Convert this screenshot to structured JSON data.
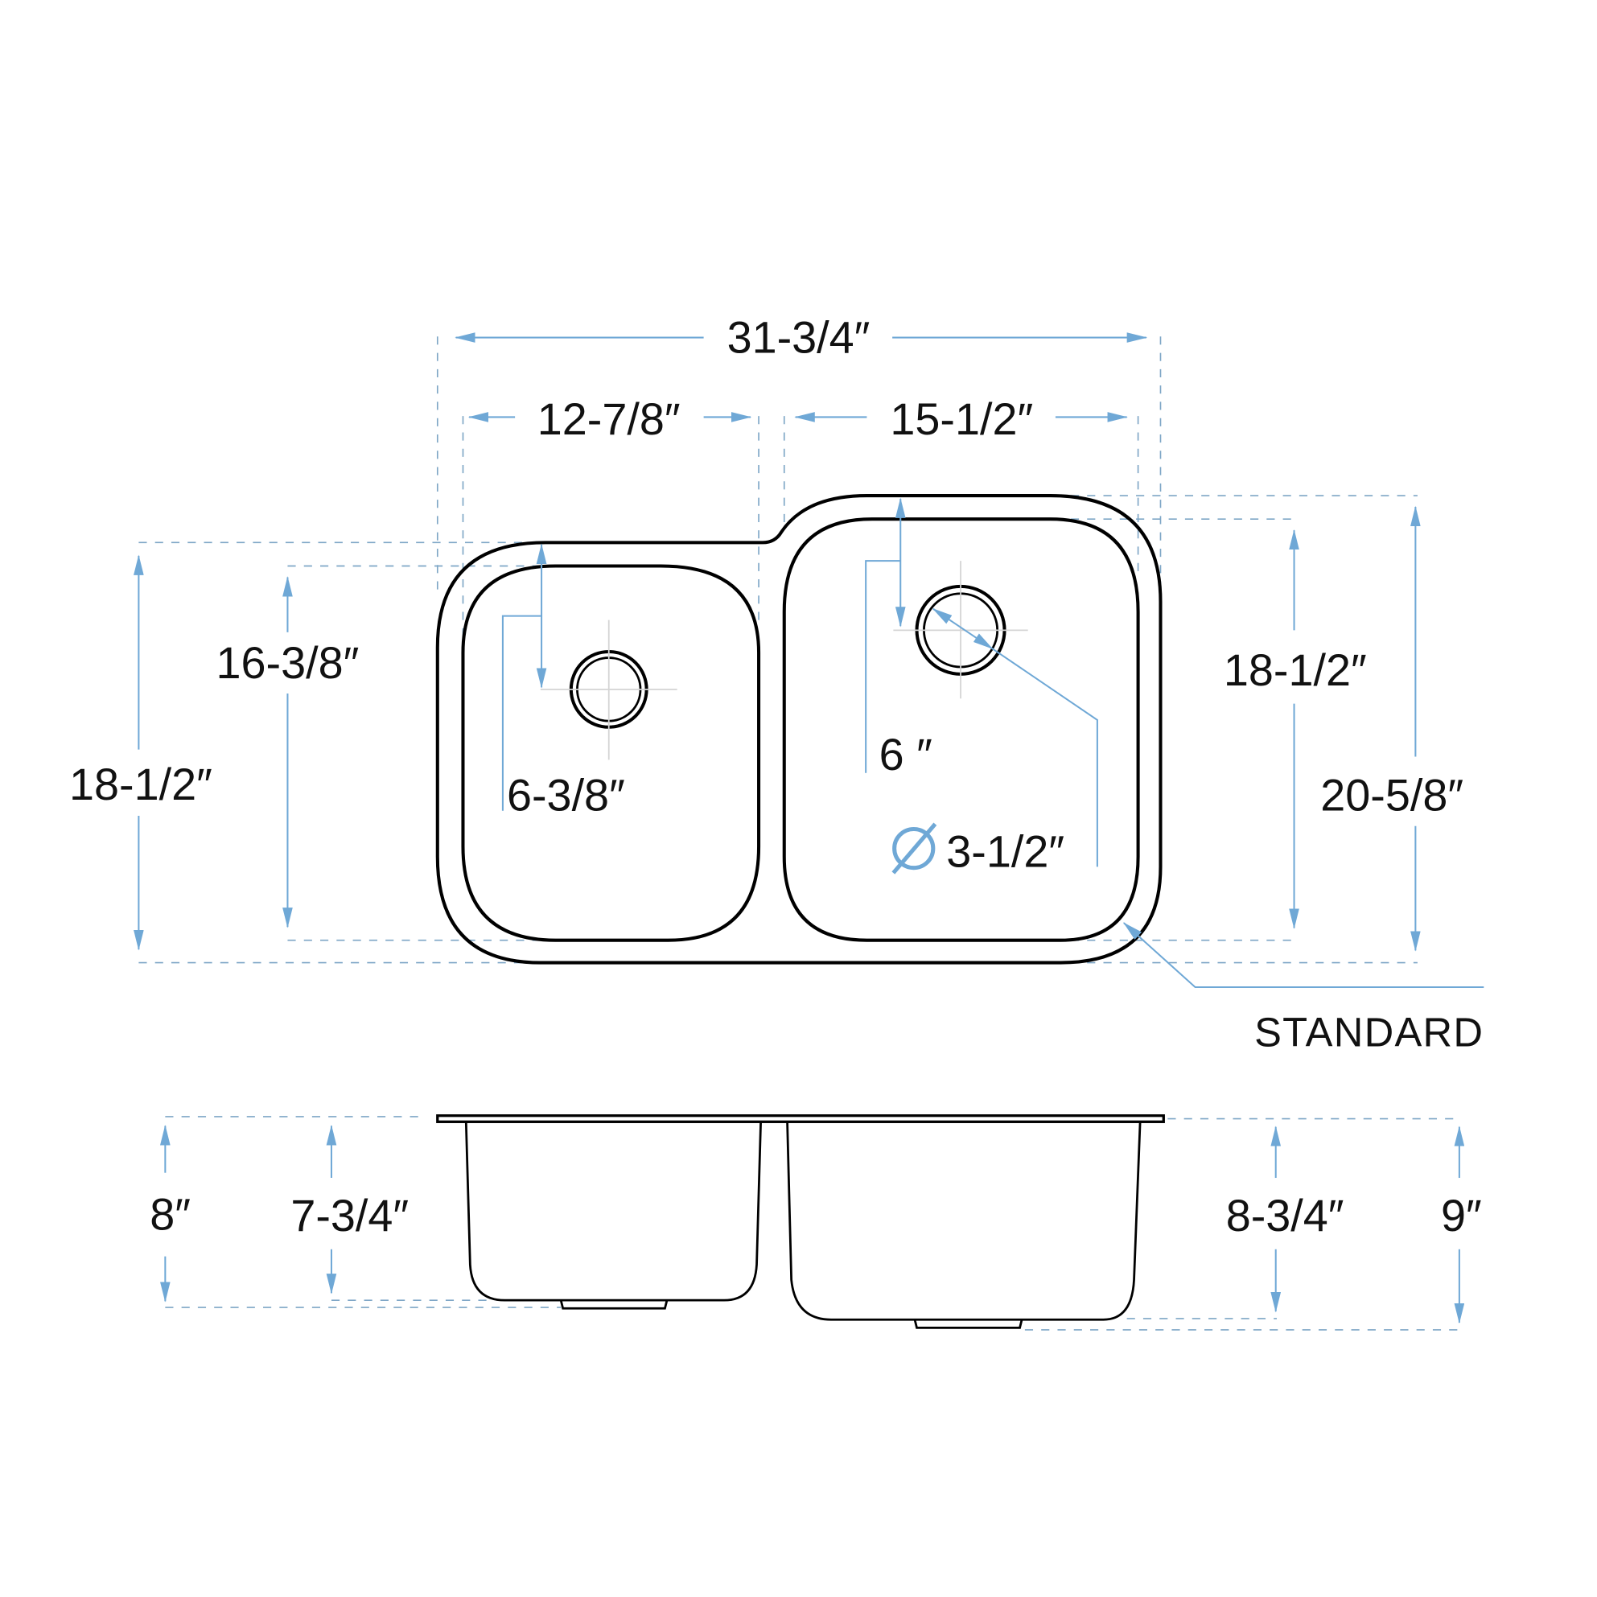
{
  "drawing": {
    "title": "Double-bowl undermount sink dimension drawing",
    "accent_color": "#6fa8d6",
    "line_color": "#000000",
    "top_view": {
      "overall_width": "31-3/4″",
      "left_bowl_width": "12-7/8″",
      "right_bowl_width": "15-1/2″",
      "left_outer_depth": "18-1/2″",
      "left_bowl_depth": "16-3/8″",
      "left_drain_offset": "6-3/8″",
      "right_drain_offset": "6 ″",
      "drain_diameter": "3-1/2″",
      "diameter_symbol": "⌀",
      "right_bowl_depth": "18-1/2″",
      "right_outer_depth": "20-5/8″",
      "edge_label": "STANDARD"
    },
    "side_view": {
      "left_total_depth": "8″",
      "left_bowl_depth": "7-3/4″",
      "right_bowl_depth": "8-3/4″",
      "right_total_depth": "9″"
    }
  }
}
